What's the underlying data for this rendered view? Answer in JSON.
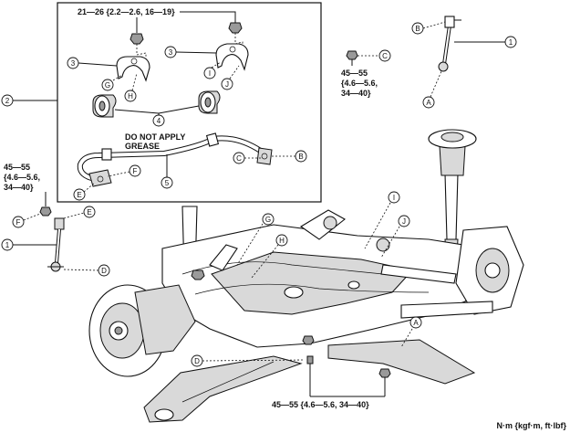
{
  "torques": {
    "top": "21—26 {2.2—2.6, 16—19}",
    "right_line1": "45—55",
    "right_line2": "{4.6—5.6,",
    "right_line3": "34—40}",
    "left_line1": "45—55",
    "left_line2": "{4.6—5.6,",
    "left_line3": "34—40}",
    "bottom": "45—55 {4.6—5.6, 34—40}"
  },
  "notes": {
    "line1": "DO NOT APPLY",
    "line2": "GREASE"
  },
  "units": "N·m {kgf·m, ft·lbf}",
  "callouts": {
    "n1": "1",
    "n2": "2",
    "n3": "3",
    "n4": "4",
    "n5": "5",
    "A": "A",
    "B": "B",
    "C": "C",
    "D": "D",
    "E": "E",
    "F": "F",
    "G": "G",
    "H": "H",
    "I": "I",
    "J": "J"
  }
}
